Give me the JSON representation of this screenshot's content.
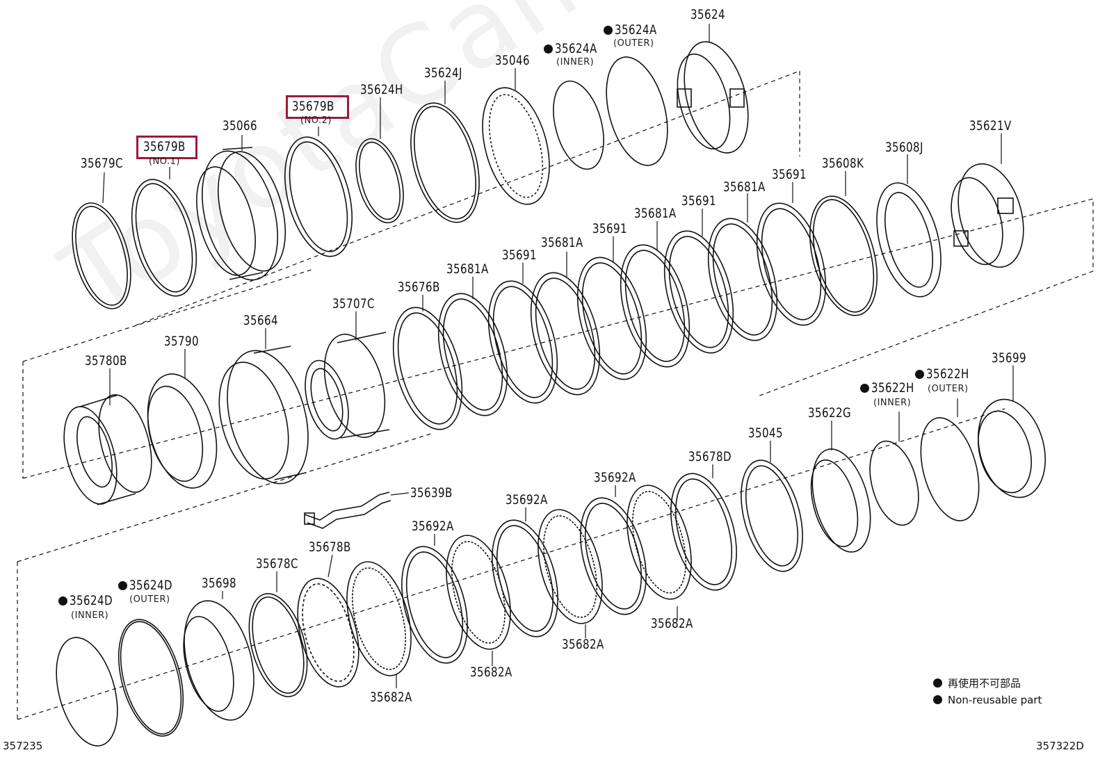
{
  "watermark": "ToyotaCamry.ru",
  "labels": {
    "p35679C": "35679C",
    "p35679B_1": "35679B",
    "p35679B_1_sub": "(NO.1)",
    "p35066": "35066",
    "p35679B_2": "35679B",
    "p35679B_2_sub": "(NO.2)",
    "p35624H": "35624H",
    "p35624J": "35624J",
    "p35046": "35046",
    "p35624A_inner": "35624A",
    "p35624A_inner_sub": "(INNER)",
    "p35624A_outer": "35624A",
    "p35624A_outer_sub": "(OUTER)",
    "p35624": "35624",
    "p35621V": "35621V",
    "p35608J": "35608J",
    "p35608K": "35608K",
    "p35691_a": "35691",
    "p35681A_a": "35681A",
    "p35691_b": "35691",
    "p35681A_b": "35681A",
    "p35691_c": "35691",
    "p35681A_c": "35681A",
    "p35691_d": "35691",
    "p35681A_d": "35681A",
    "p35676B": "35676B",
    "p35707C": "35707C",
    "p35664": "35664",
    "p35790": "35790",
    "p35780B": "35780B",
    "p35699": "35699",
    "p35622H_outer": "35622H",
    "p35622H_outer_sub": "(OUTER)",
    "p35622H_inner": "35622H",
    "p35622H_inner_sub": "(INNER)",
    "p35622G": "35622G",
    "p35045": "35045",
    "p35678D": "35678D",
    "p35692A_a": "35692A",
    "p35692A_b": "35692A",
    "p35692A_c": "35692A",
    "p35639B": "35639B",
    "p35678B": "35678B",
    "p35678C": "35678C",
    "p35698": "35698",
    "p35624D_outer": "35624D",
    "p35624D_outer_sub": "(OUTER)",
    "p35624D_inner": "35624D",
    "p35624D_inner_sub": "(INNER)",
    "p35682A_a": "35682A",
    "p35682A_b": "35682A",
    "p35682A_c": "35682A",
    "p35682A_d": "35682A"
  },
  "legend": {
    "jp": "再使用不可部品",
    "en": "Non-reusable part"
  },
  "footer": {
    "left_code": "357235",
    "right_code": "357322D"
  },
  "colors": {
    "line": "#111111",
    "highlight": "#9c1a3a"
  }
}
